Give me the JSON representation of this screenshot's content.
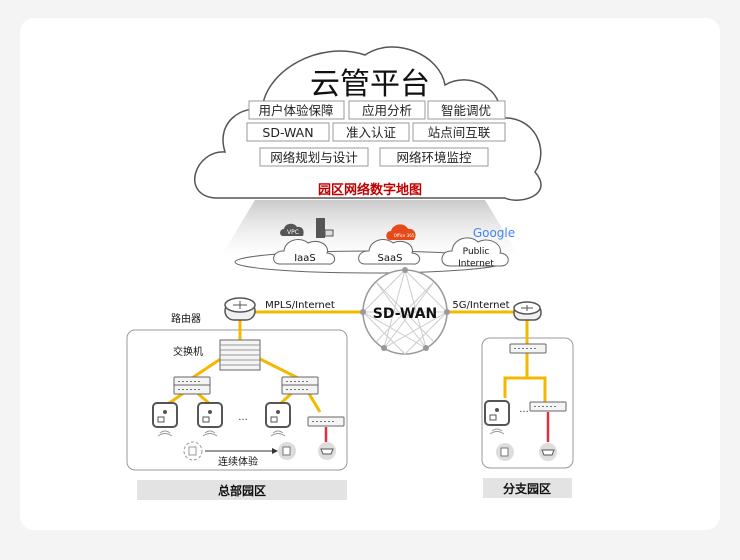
{
  "platform": {
    "title": "云管平台",
    "features": [
      "用户体验保障",
      "应用分析",
      "智能调优",
      "SD-WAN",
      "准入认证",
      "站点间互联",
      "网络规划与设计",
      "网络环境监控"
    ],
    "digital_map": "园区网络数字地图"
  },
  "clouds": {
    "iaas": "IaaS",
    "iaas_badge": "VPC",
    "saas": "SaaS",
    "saas_badge": "Office 365",
    "public_line1": "Public",
    "public_line2": "Internet",
    "google": "Google"
  },
  "wan": {
    "center": "SD-WAN",
    "hq_link": "MPLS/Internet",
    "branch_link": "5G/Internet"
  },
  "hq": {
    "router_label": "路由器",
    "switch_label": "交换机",
    "ellipsis": "...",
    "roaming_label": "连续体验",
    "name": "总部园区"
  },
  "branch": {
    "ellipsis": "...",
    "name": "分支园区"
  },
  "colors": {
    "link": "#f5b800",
    "poe": "#e0303a",
    "accent": "#c00000"
  }
}
